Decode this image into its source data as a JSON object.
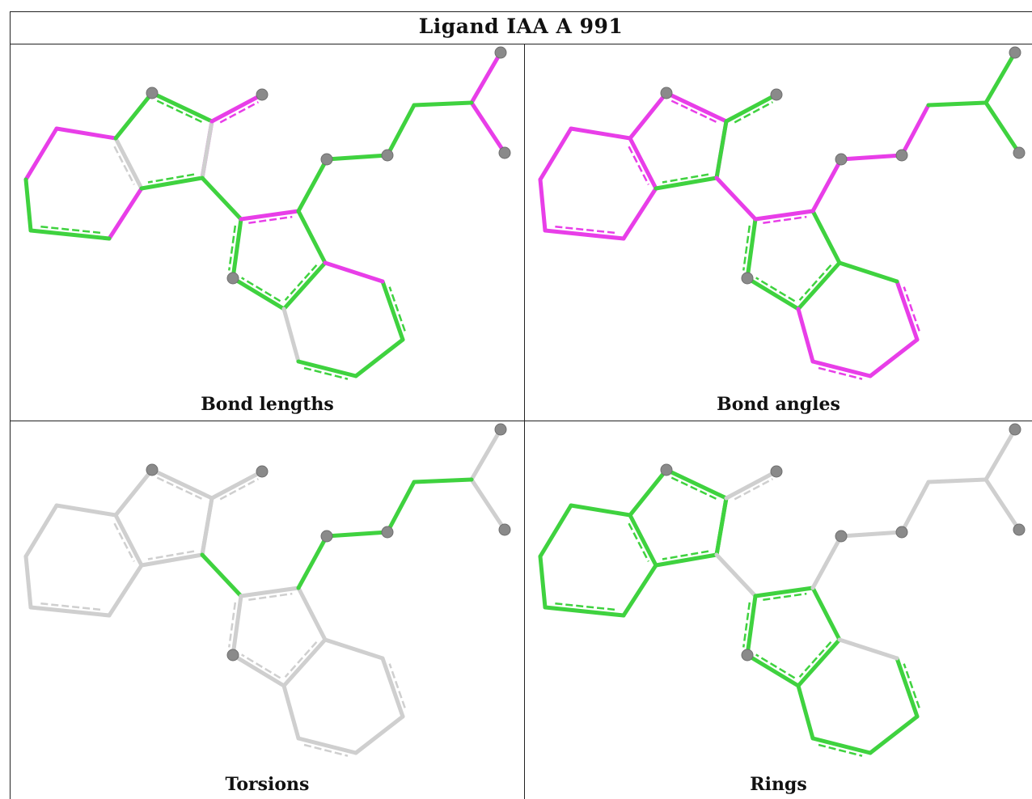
{
  "title": "Ligand IAA A 991",
  "colors": {
    "green": "#3fd23f",
    "magenta": "#e83ee8",
    "grey": "#cfcfcf",
    "atom": "#8a8a8a"
  },
  "panels": [
    {
      "id": "bond-lengths",
      "caption": "Bond lengths",
      "highlight": {
        "magenta": [
          "b0",
          "b1",
          "b3",
          "b8",
          "b13",
          "b21",
          "b22",
          "b23",
          "b28"
        ],
        "grey": [
          "b2",
          "b10",
          "b17"
        ]
      },
      "default": "green"
    },
    {
      "id": "bond-angles",
      "caption": "Bond angles",
      "highlight": {
        "magenta": [
          "b0",
          "b1",
          "b2",
          "b3",
          "b4",
          "b5",
          "b6",
          "b7",
          "b8",
          "b11",
          "b13",
          "b17",
          "b18",
          "b19",
          "b20",
          "b24",
          "b25",
          "b26"
        ],
        "grey": []
      },
      "default": "green"
    },
    {
      "id": "torsions",
      "caption": "Torsions",
      "highlight": {
        "green": [
          "b11",
          "b24",
          "b25",
          "b26",
          "b27"
        ],
        "grey": []
      },
      "default": "grey"
    },
    {
      "id": "rings",
      "caption": "Rings",
      "highlight": {
        "green": [
          "b0",
          "b1",
          "b2",
          "b3",
          "b4",
          "b5",
          "b6",
          "b7",
          "b8",
          "b9",
          "b10",
          "b12",
          "b13",
          "b14",
          "b15",
          "b16",
          "b17",
          "b18",
          "b19",
          "b20"
        ],
        "grey": []
      },
      "default": "grey"
    }
  ]
}
